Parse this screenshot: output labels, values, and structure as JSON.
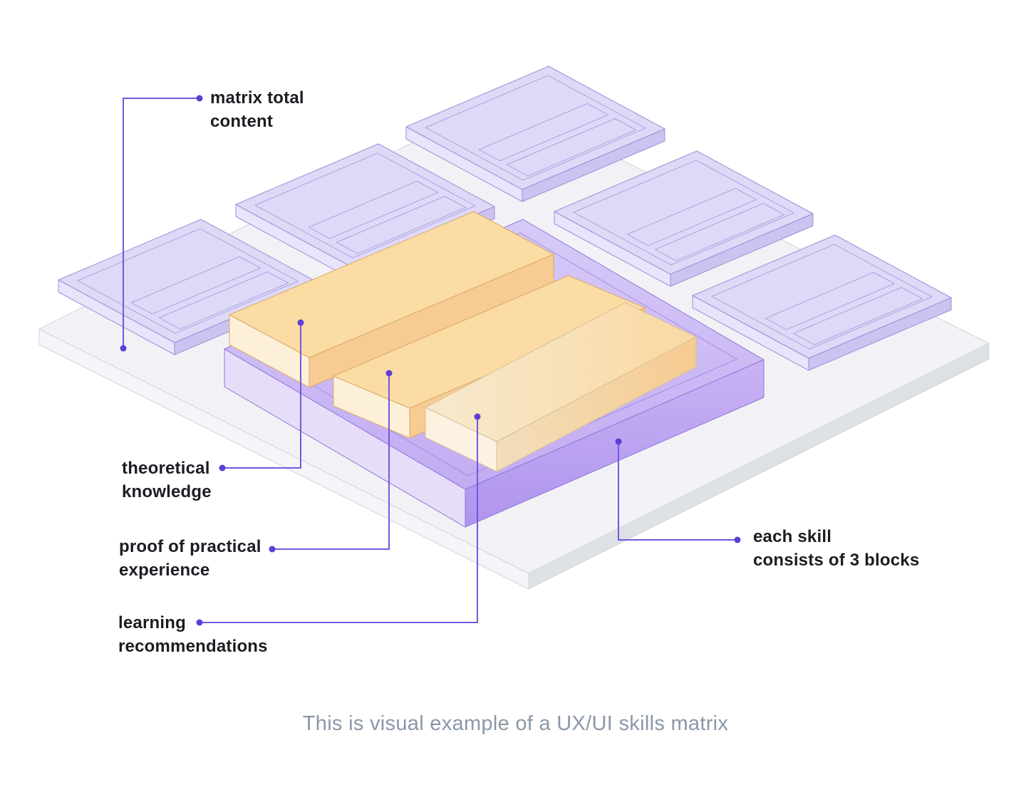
{
  "illustration": {
    "caption": "This is visual example of a UX/UI skills matrix",
    "annotations": [
      {
        "id": "matrix-total-content",
        "lines": [
          "matrix total",
          "content"
        ]
      },
      {
        "id": "theoretical-knowledge",
        "lines": [
          "theoretical",
          "knowledge"
        ]
      },
      {
        "id": "proof-of-practical-experience",
        "lines": [
          "proof of practical",
          "experience"
        ]
      },
      {
        "id": "learning-recommendations",
        "lines": [
          "learning",
          "recommendations"
        ]
      },
      {
        "id": "each-skill-consists-of-3-blocks",
        "lines": [
          "each skill",
          "consists of 3 blocks"
        ]
      }
    ]
  },
  "colors": {
    "background": "#FFFFFF",
    "platform_top": "#F2F2F6",
    "platform_side_left": "#F4F5F9",
    "platform_side_right": "#DDE0E5",
    "platform_stroke": "#D3D6DD",
    "tile_top": "#DED9F7",
    "tile_side_left": "#E9E4FB",
    "tile_side_right": "#CDC3F1",
    "tile_stroke": "#9C8FD6",
    "tile_inner": "#A79BDC",
    "highlight_top_from": "#D7CAF8",
    "highlight_top_to": "#C2ACF2",
    "highlight_side_left": "#E4DAFA",
    "highlight_right_from": "#C8B3F4",
    "highlight_right_to": "#AF94EE",
    "highlight_stroke": "#9077D8",
    "highlight_inner": "#A287E2",
    "bar_top": "#FBDCA4",
    "bar_side_left": "#FDF0D8",
    "bar_side_right": "#F7CC92",
    "bar_stroke": "#DCA868",
    "bar_muted_top_from": "#F6E9CE",
    "bar_muted_top_to": "#FAD9A2",
    "bar_muted_side_left": "#FBF2E1",
    "bar_muted_right_from": "#F2DEBC",
    "bar_muted_right_to": "#F6CB90",
    "bar_muted_stroke": "#D9C094",
    "connector_line": "#7557DF",
    "connector_dot": "#5E3ED6",
    "label_text": "#1B1D22",
    "caption_text": "#8A97A8"
  }
}
